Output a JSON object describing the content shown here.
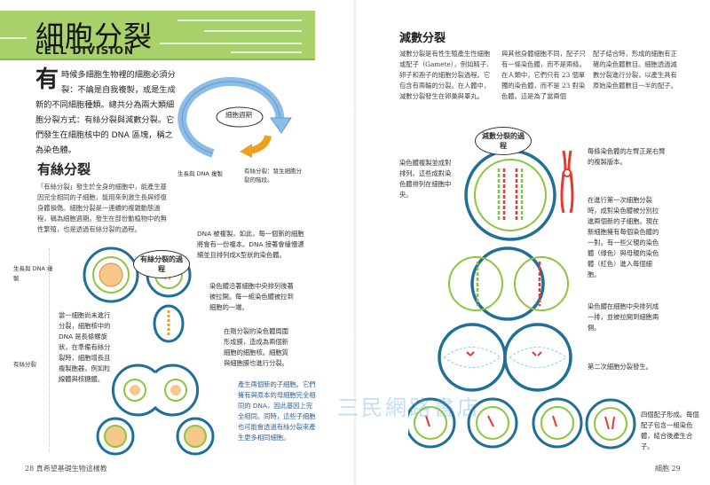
{
  "left_page": {
    "title": "細胞分裂",
    "subtitle": "CELL DIVISION",
    "intro_dropcap": "有",
    "intro_text": "時候多細胞生物裡的細胞必須分裂：不論是自我複製，或是生成新的不同細胞種類。總共分為兩大類細胞分裂方式：有絲分裂與減數分裂。它們發生在細胞核中的 DNA 區塊，稱之為染色體。",
    "cycle": {
      "center_label": "細胞週期",
      "label_growth": "生長與 DNA 複製",
      "label_mitosis": "有絲分裂：發生細胞分裂的階段。"
    },
    "section_heading": "有絲分裂",
    "section_text": "「有絲分裂」發生於全身的細胞中，能產生基因完全相同的子細胞，能用來刺激生長與修復身體損傷。細胞分裂是一連續的複雜動態過程，稱為細胞週期。發生在部份動植物中的無性繁殖，也是透過有絲分裂的過程。",
    "process_bubble": "有絲分裂的過程",
    "side_label_growth": "生長與 DNA 複製",
    "side_label_mitosis": "有絲分裂",
    "note_interphase": "當一細胞尚未進行分裂，細胞核中的 DNA 是長條螺旋狀，在準備有絲分裂時，細胞增長且複製胞器，例如粒線體與核糖體。",
    "note_dna": "DNA 被複製，如此，每一個新的細胞將會有一份複本。DNA 接著會緩慢濃縮並且排列成X型狀的染色體。",
    "note_chromosomes": "染色體沿著細胞中央排列後著被拉開。每一組染色體被拉到細胞的一端。",
    "note_nucleus": "在剛分裂的染色體周圍形成膜，造成為兩個新細胞的細胞核。細胞質與細胞膜也進行分裂。",
    "note_daughter": "產生兩個新的子細胞。它們擁有與原本的母細胞完全相同的 DNA，因此基因上完全相同。同時，這些子細胞也可能會透過有絲分裂來產生更多相同細胞。",
    "footer": "28  真希望基礎生物這樣教"
  },
  "right_page": {
    "heading": "減數分裂",
    "col1": "減數分裂是有性生殖產生性細胞或配子（Gamete），例如精子、卵子和孢子的細胞分裂過程。它包含有兩輪的分裂。在人體中，減數分裂發生在卵巢與睪丸。",
    "col2": "與其他身體細胞不同，配子只有一條染色體，而不是兩條。在人類中，它們只有 23 個單獨的染色體，而不是 23 對染色體。這是為了當兩個",
    "col3": "配子結合時，形成的細胞有正確的染色體數目。細胞透過減數分裂進行分裂，以產生具有原始染色體數目一半的配子。",
    "process_bubble": "減數分裂的過程",
    "note_pairs": "染色體複製並成對排列。這些成對染色體排列在細胞中央。",
    "note_arm": "每條染色體的左臂正是右臂的複製版本。",
    "note_first_division": "在進行第一次細胞分裂時，成對染色體被分別拉進兩個新的子細胞。現在新細胞擁有每個染色體的一對。有一些父親的染色體（綠色）與母親的染色體（紅色）進入每個細胞。",
    "note_line_up": "染色體在細胞中央排列成一排，並被拉開到細胞兩側。",
    "note_second_division": "第二次細胞分裂發生。",
    "note_gametes": "四個配子形成。每個配子包含一組染色體，結合後產生合子。",
    "footer": "細胞  29"
  },
  "watermark": "三民網路書店",
  "colors": {
    "banner": "#a8d16c",
    "cell_membrane": "#1f6f96",
    "nucleus": "#8cc63f",
    "maternal": "#e23b2e",
    "paternal": "#7dc242",
    "cycle_arrow": "#8dbde6",
    "mitosis_arrow": "#f0a020"
  }
}
